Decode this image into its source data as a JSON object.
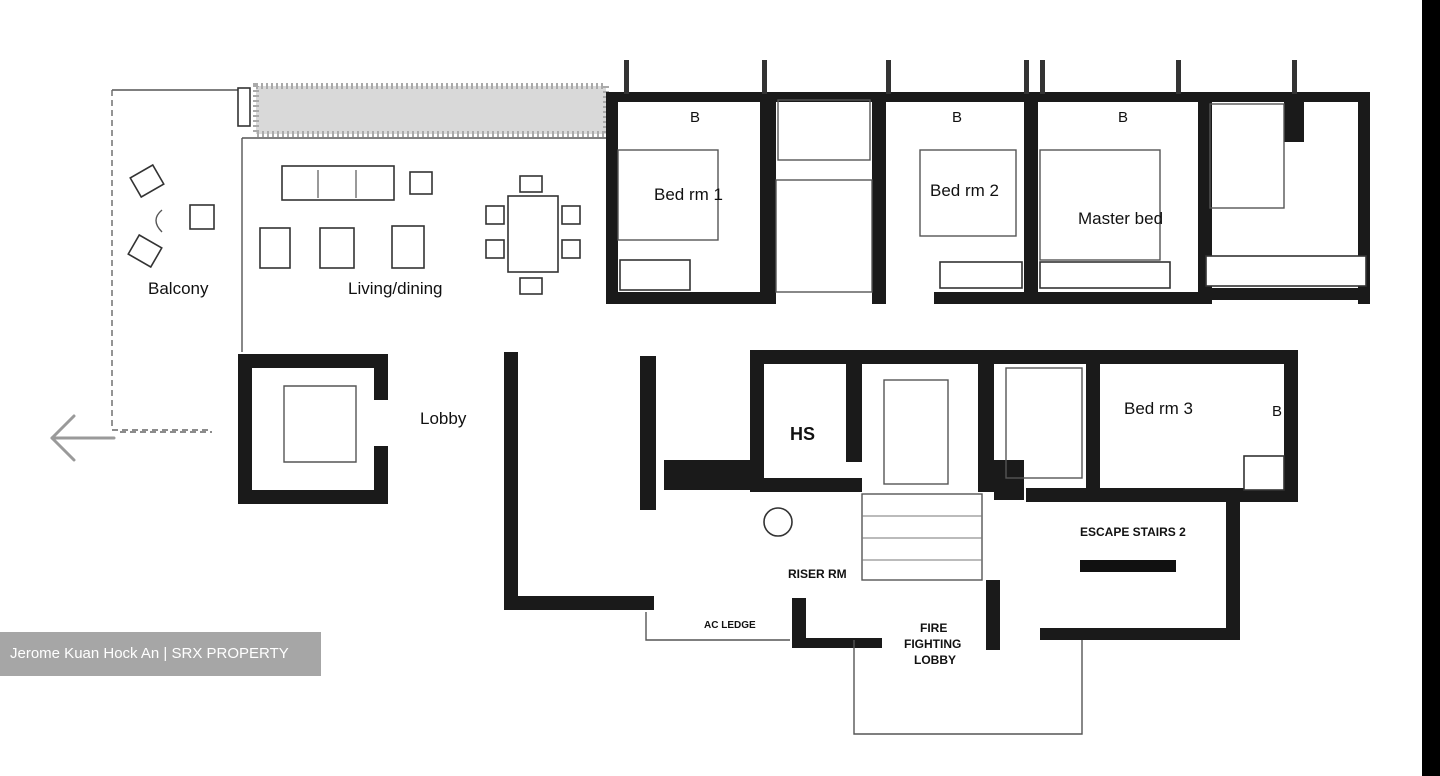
{
  "viewer": {
    "credit_text": "Jerome Kuan Hock An | SRX PROPERTY",
    "prev_icon": "arrow-left-icon"
  },
  "floorplan": {
    "labels": {
      "balcony": "Balcony",
      "living_dining": "Living/dining",
      "bed_rm_1": "Bed rm 1",
      "bed_rm_2": "Bed rm 2",
      "master_bed": "Master bed",
      "bed_rm_3": "Bed rm 3",
      "hs": "HS",
      "lobby": "Lobby",
      "riser_rm": "RISER RM",
      "ac_ledge": "AC LEDGE",
      "escape_stairs": "ESCAPE STAIRS 2",
      "fire_fighting_lobby_1": "FIRE",
      "fire_fighting_lobby_2": "FIGHTING",
      "fire_fighting_lobby_3": "LOBBY",
      "b_bed1": "B",
      "b_bed2": "B",
      "b_master": "B",
      "b_bed3": "B"
    }
  },
  "colors": {
    "wall": "#1a1a1a",
    "credit_bg": "#969696",
    "credit_text": "#ffffff",
    "edge_bar": "#000000"
  }
}
